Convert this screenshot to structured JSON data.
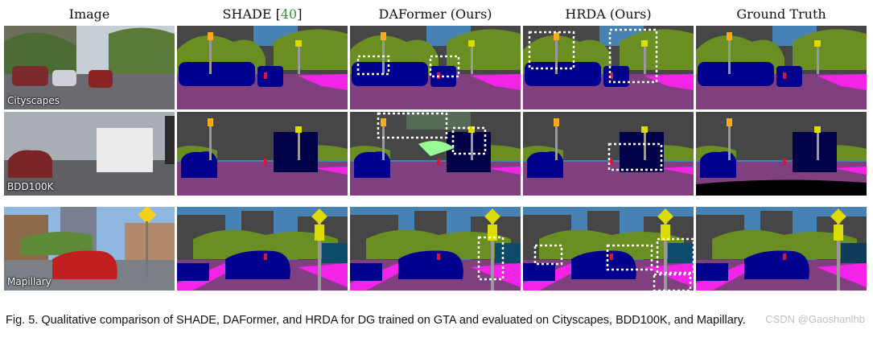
{
  "columns": {
    "image": "Image",
    "shade": "SHADE [",
    "shade_ref": "40",
    "shade_close": "]",
    "daformer": "DAFormer (Ours)",
    "hrda": "HRDA (Ours)",
    "gt": "Ground Truth"
  },
  "rows": [
    "Cityscapes",
    "BDD100K",
    "Mapillary"
  ],
  "caption": "Fig. 5.  Qualitative comparison of SHADE, DAFormer, and HRDA for DG trained on GTA and evaluated on Cityscapes, BDD100K, and Mapillary.",
  "watermark": "CSDN @Gaoshanlhb",
  "palette": {
    "sky": "#4682b4",
    "road": "#804080",
    "sidewalk": "#f423e8",
    "building": "#464646",
    "vegetation": "#6b8e23",
    "car": "#00008e",
    "truck": "#000046",
    "pole": "#999999",
    "sign": "#dcdc00",
    "light": "#faaa1e",
    "person": "#dc143c",
    "terrain": "#98fb98"
  }
}
